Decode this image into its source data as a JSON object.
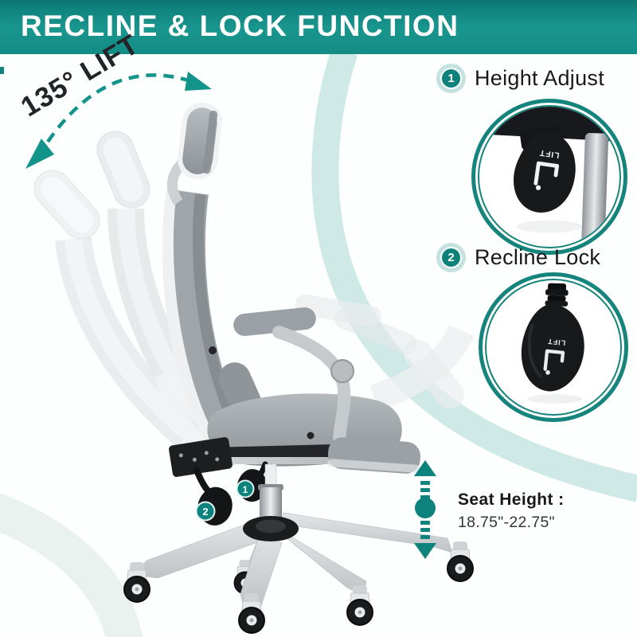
{
  "banner": {
    "title": "RECLINE & LOCK FUNCTION"
  },
  "recline_annotation": {
    "lift_label": "135° LIFT"
  },
  "features": [
    {
      "number": "1",
      "label": "Height Adjust",
      "lever_print": "LIFT"
    },
    {
      "number": "2",
      "label": "Recline Lock",
      "lever_print": "LIFT"
    }
  ],
  "seat_height": {
    "label": "Seat Height :",
    "range": "18.75\"-22.75\""
  },
  "chair": {
    "lever_badge_1": "1",
    "lever_badge_2": "2"
  },
  "colors": {
    "teal_banner": "#17958d",
    "teal_accent": "#15847c",
    "teal_badge": "#0e817b",
    "badge_halo": "#c5e2e0",
    "teal_pale_band": "#cfe9e6",
    "text_dark": "#17191c",
    "chair_gray": "#9aa0a4"
  }
}
